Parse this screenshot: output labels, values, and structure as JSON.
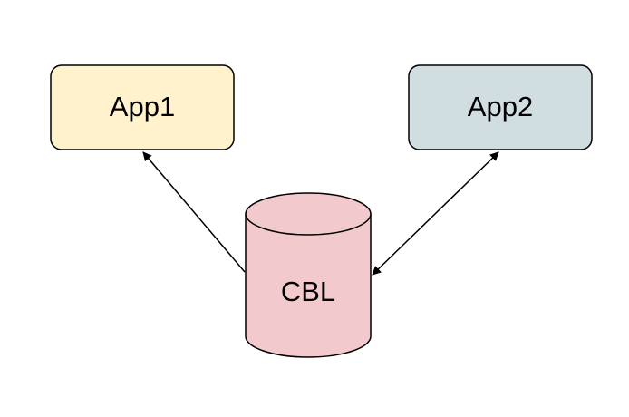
{
  "diagram": {
    "nodes": {
      "app1": {
        "label": "App1",
        "fill": "#fff2cc"
      },
      "app2": {
        "label": "App2",
        "fill": "#d0dee2"
      },
      "cbl": {
        "label": "CBL",
        "fill": "#f2c9cc",
        "shape": "cylinder"
      }
    },
    "edges": [
      {
        "from": "cbl",
        "to": "app1",
        "arrow": "end"
      },
      {
        "from": "cbl",
        "to": "app2",
        "arrow": "both"
      }
    ],
    "colors": {
      "stroke": "#000000",
      "background": "#ffffff"
    }
  }
}
